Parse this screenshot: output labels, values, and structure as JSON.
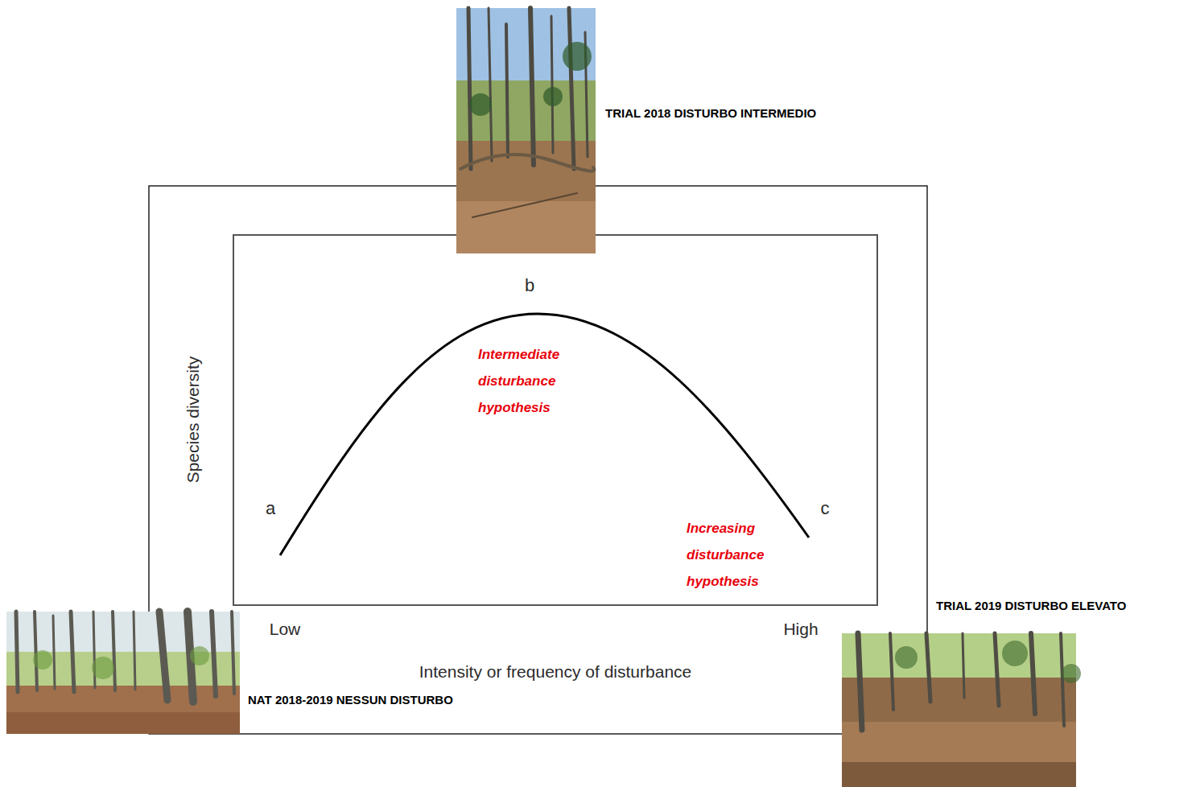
{
  "diagram": {
    "nodes": [
      {
        "text": [
          "TRIAL 2018 DISTURBO INTERMEDIO"
        ]
      },
      {
        "text": [
          "NAT 2018-2019 NESSUN DISTURBO"
        ]
      },
      {
        "text": [
          "TRIAL 2019 DISTURBO ELEVATO"
        ]
      }
    ],
    "labels": [
      "b",
      "a",
      "c",
      "Species diversity",
      "Intermediate disturbance hypothesis",
      "Increasing disturbance hypothesis",
      "Low",
      "High",
      "Intensity or frequency of disturbance"
    ]
  }
}
